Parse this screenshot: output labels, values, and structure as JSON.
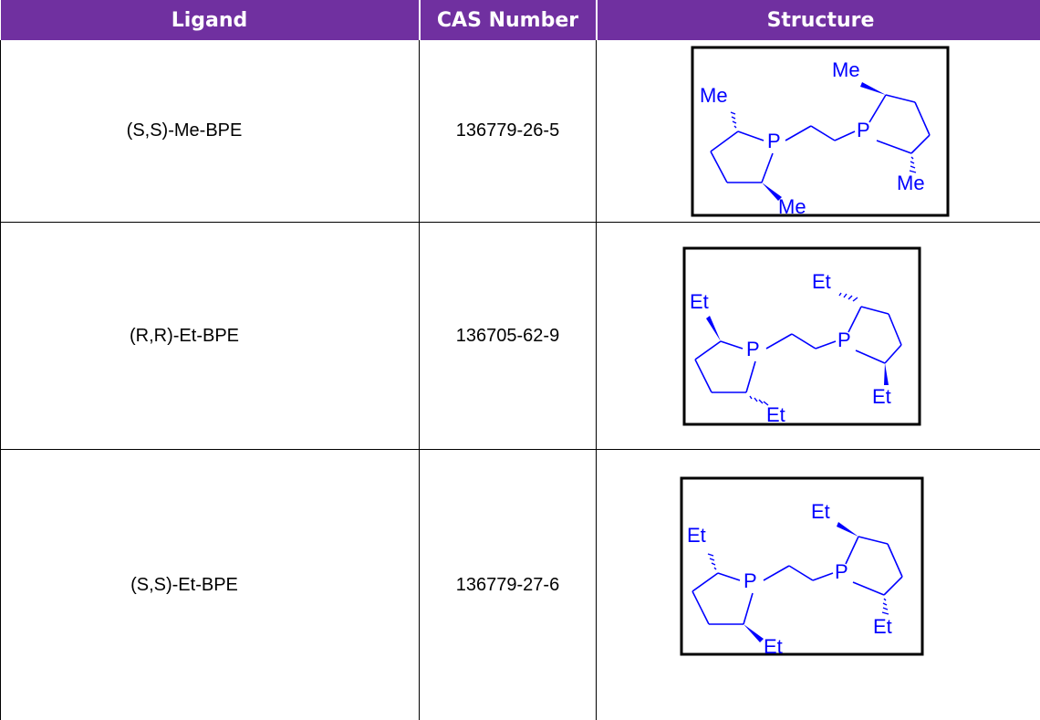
{
  "table": {
    "headers": {
      "ligand": "Ligand",
      "cas": "CAS Number",
      "structure": "Structure"
    },
    "rows": [
      {
        "ligand": "(S,S)-Me-BPE",
        "cas": "136779-26-5",
        "structure": {
          "group": "Me",
          "labels": [
            "Me",
            "Me",
            "Me",
            "Me",
            "P",
            "P"
          ]
        }
      },
      {
        "ligand": "(R,R)-Et-BPE",
        "cas": "136705-62-9",
        "structure": {
          "group": "Et",
          "labels": [
            "Et",
            "Et",
            "Et",
            "Et",
            "P",
            "P"
          ]
        }
      },
      {
        "ligand": "(S,S)-Et-BPE",
        "cas": "136779-27-6",
        "structure": {
          "group": "Et",
          "labels": [
            "Et",
            "Et",
            "Et",
            "Et",
            "P",
            "P"
          ]
        }
      }
    ]
  },
  "colors": {
    "header_bg": "#7030a0",
    "header_text": "#ffffff",
    "structure_ink": "#0000ff",
    "border": "#000000"
  }
}
